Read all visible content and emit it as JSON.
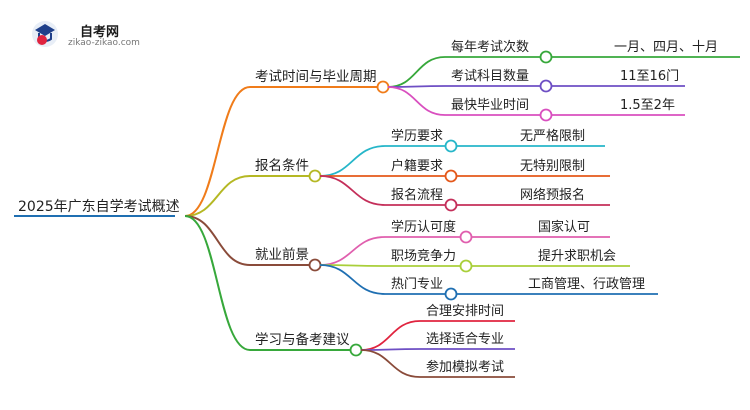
{
  "logo": {
    "name": "自考网",
    "url": "zikao-zikao.com"
  },
  "root": {
    "label": "2025年广东自学考试概述",
    "color": "#1f6fb2"
  },
  "branches": [
    {
      "label": "考试时间与毕业周期",
      "color": "#f07c1a",
      "children": [
        {
          "label": "每年考试次数",
          "value": "一月、四月、十月",
          "color": "#37a83b"
        },
        {
          "label": "考试科目数量",
          "value": "11至16门",
          "color": "#6e4fc4"
        },
        {
          "label": "最快毕业时间",
          "value": "1.5至2年",
          "color": "#d94fbf"
        }
      ]
    },
    {
      "label": "报名条件",
      "color": "#b5b824",
      "children": [
        {
          "label": "学历要求",
          "value": "无严格限制",
          "color": "#26b6c9"
        },
        {
          "label": "户籍要求",
          "value": "无特别限制",
          "color": "#e4581a"
        },
        {
          "label": "报名流程",
          "value": "网络预报名",
          "color": "#c42f5a"
        }
      ]
    },
    {
      "label": "就业前景",
      "color": "#8a4b3a",
      "children": [
        {
          "label": "学历认可度",
          "value": "国家认可",
          "color": "#e05fae"
        },
        {
          "label": "职场竞争力",
          "value": "提升求职机会",
          "color": "#a9cf3a"
        },
        {
          "label": "热门专业",
          "value": "工商管理、行政管理",
          "color": "#1f6fb2"
        }
      ]
    },
    {
      "label": "学习与备考建议",
      "color": "#37a83b",
      "children": [
        {
          "label": "合理安排时间",
          "color": "#e0243f"
        },
        {
          "label": "选择适合专业",
          "color": "#6e4fc4"
        },
        {
          "label": "参加模拟考试",
          "color": "#8a4b3a"
        }
      ]
    }
  ]
}
